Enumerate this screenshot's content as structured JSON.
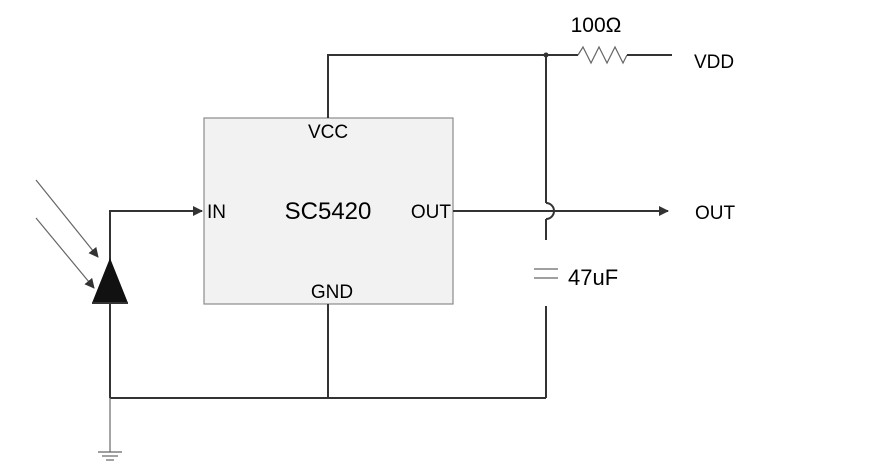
{
  "chip": {
    "name": "SC5420",
    "pin_vcc": "VCC",
    "pin_in": "IN",
    "pin_out": "OUT",
    "pin_gnd": "GND"
  },
  "resistor": {
    "value": "100Ω"
  },
  "capacitor": {
    "value": "47uF"
  },
  "nets": {
    "supply": "VDD",
    "output": "OUT"
  },
  "colors": {
    "wire": "#333333",
    "chip_fill": "#f2f2f2",
    "chip_border": "#8c8c8c"
  }
}
